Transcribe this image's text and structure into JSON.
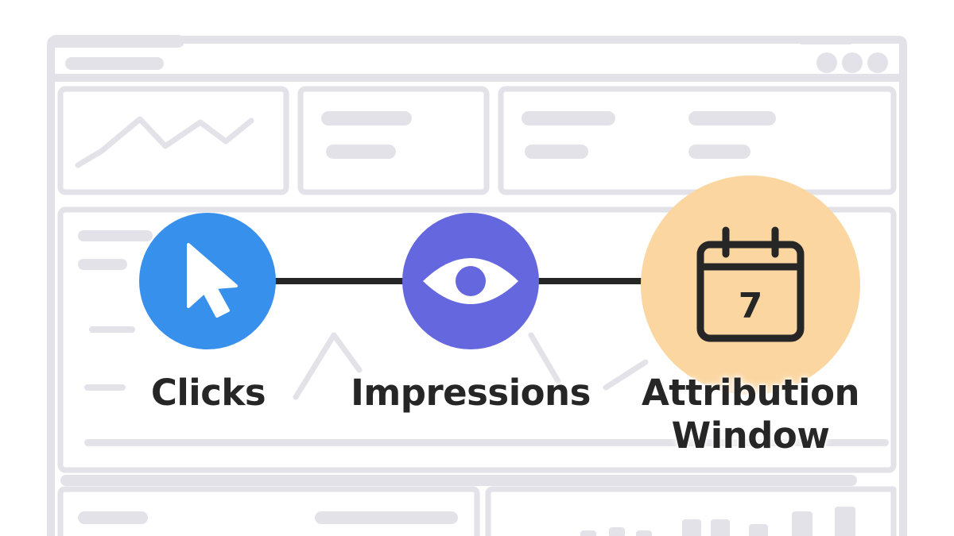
{
  "colors": {
    "background": "#ffffff",
    "wireframe": "#e2e2e8",
    "connector": "#262626",
    "clicks_circle": "#3690ec",
    "impressions_circle": "#6467de",
    "attribution_circle": "#fbd6a0",
    "icon_light": "#ffffff",
    "icon_dark": "#262626",
    "label_text": "#262626"
  },
  "nodes": [
    {
      "id": "clicks",
      "label": "Clicks",
      "icon": "cursor-pointer-icon"
    },
    {
      "id": "impressions",
      "label": "Impressions",
      "icon": "eye-icon"
    },
    {
      "id": "attribution",
      "label_line1": "Attribution",
      "label_line2": "Window",
      "icon": "calendar-icon",
      "icon_text": "7"
    }
  ]
}
